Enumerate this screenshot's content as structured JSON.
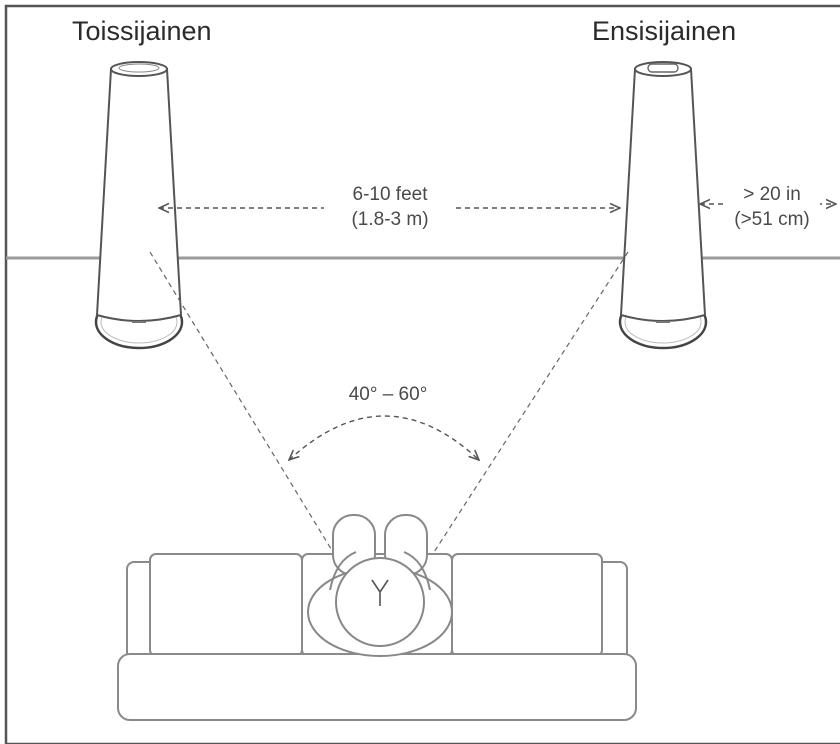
{
  "speakers": {
    "secondary_label": "Toissijainen",
    "primary_label": "Ensisijainen"
  },
  "distances": {
    "between_line1": "6-10 feet",
    "between_line2": "(1.8-3 m)",
    "wall_line1": "> 20 in",
    "wall_line2": "(>51 cm)"
  },
  "angle": {
    "label": "40° – 60°"
  },
  "colors": {
    "outline": "#555555",
    "light_outline": "#8a8a8a",
    "wall": "#9b9b9b",
    "text": "#2b2b2b"
  }
}
